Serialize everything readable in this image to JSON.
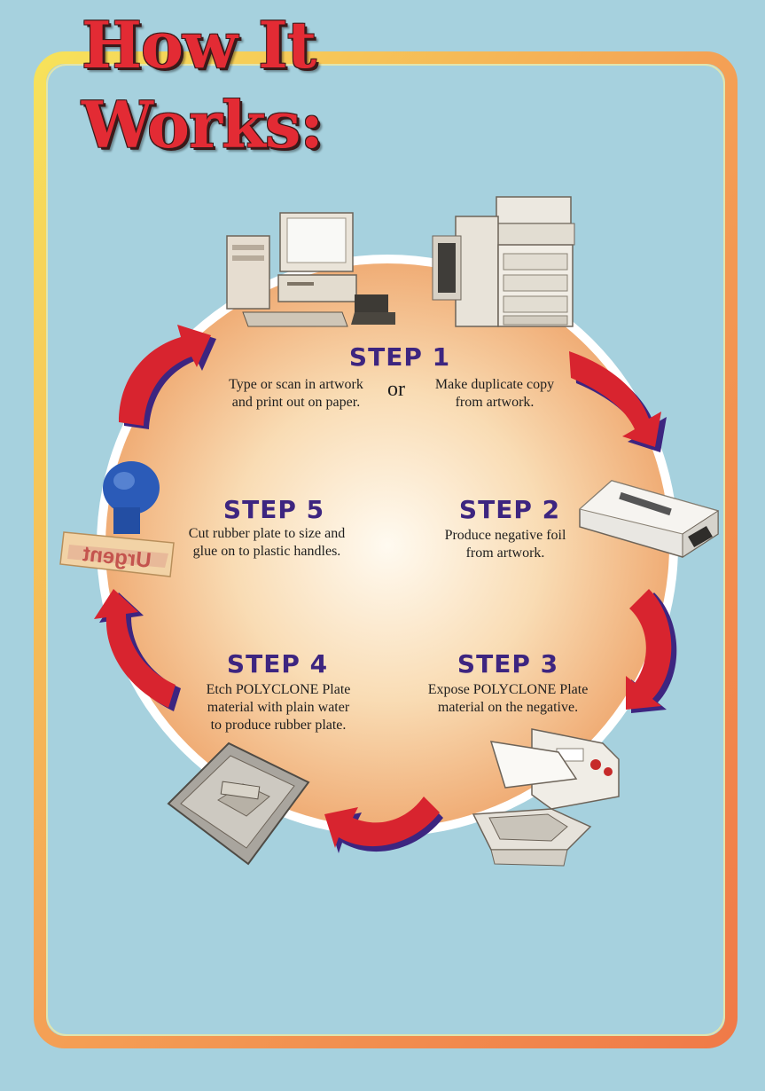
{
  "title": "How It Works:",
  "colors": {
    "background": "#a6d1de",
    "frame_outer": "#f08a50",
    "frame_inner": "#f7e66a",
    "circle_center": "#fff8e6",
    "circle_edge": "#f1b27a",
    "arrow_red": "#d8242f",
    "arrow_shadow": "#3d2580",
    "step_heading": "#3d2580",
    "title_red": "#e32b34"
  },
  "steps": [
    {
      "heading": "STEP 1",
      "option_a": [
        "Type or scan in artwork",
        "and print out on paper."
      ],
      "connector": "or",
      "option_b": [
        "Make duplicate copy",
        "from artwork."
      ],
      "icons": [
        "computer-icon",
        "photocopier-icon"
      ]
    },
    {
      "heading": "STEP 2",
      "lines": [
        "Produce negative foil",
        "from artwork."
      ],
      "icon": "laminator-icon"
    },
    {
      "heading": "STEP 3",
      "lines": [
        "Expose POLYCLONE Plate",
        "material on the negative."
      ],
      "icon": "exposure-unit-icon"
    },
    {
      "heading": "STEP 4",
      "lines": [
        "Etch POLYCLONE Plate",
        "material with plain water",
        "to produce rubber plate."
      ],
      "icon": "washout-tray-icon"
    },
    {
      "heading": "STEP 5",
      "lines": [
        "Cut rubber plate to size and",
        "glue on to plastic handles."
      ],
      "icon": "rubber-stamp-icon",
      "stamp_text": "Urgent"
    }
  ]
}
